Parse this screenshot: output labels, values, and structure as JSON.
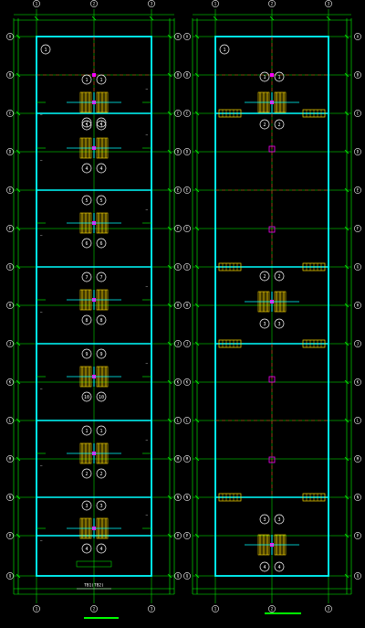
{
  "drawing": {
    "background": "#000000",
    "colors": {
      "dim": "#00ff00",
      "wall": "#00ffff",
      "gridline": "#ff2020",
      "stair": "#ffdd00",
      "column": "#ff00ff",
      "text": "#ffffff",
      "bubble": "#ffffff"
    },
    "left_plan": {
      "top_axis_labels": [
        "1",
        "2",
        "3"
      ],
      "side_axis_labels": [
        "A",
        "B",
        "C",
        "D",
        "E",
        "F",
        "G",
        "H",
        "J",
        "K",
        "L",
        "M",
        "N",
        "P",
        "Q",
        "R",
        "S"
      ],
      "stair_pairs": [
        [
          "1a",
          "1b"
        ],
        [
          "2a",
          "2b"
        ],
        [
          "3a",
          "3b"
        ],
        [
          "4a",
          "4b"
        ],
        [
          "5a",
          "5b"
        ],
        [
          "6a",
          "6b"
        ],
        [
          "7a",
          "7b"
        ],
        [
          "8a",
          "8b"
        ],
        [
          "9a",
          "9b"
        ],
        [
          "10a",
          "10b"
        ]
      ],
      "caption": "TB1(TB2)"
    },
    "right_plan": {
      "top_axis_labels": [
        "1",
        "2",
        "3"
      ],
      "side_axis_labels": [
        "A",
        "B",
        "C",
        "D",
        "E",
        "F",
        "G",
        "H",
        "J",
        "K",
        "L",
        "M",
        "N",
        "P",
        "Q",
        "R",
        "S"
      ],
      "stair_pairs": [
        [
          "1a",
          "1b"
        ],
        [
          "2a",
          "2b"
        ],
        [
          "3a",
          "3b"
        ],
        [
          "4a",
          "4b"
        ]
      ]
    },
    "scale_bar_color": "#00ff00"
  }
}
